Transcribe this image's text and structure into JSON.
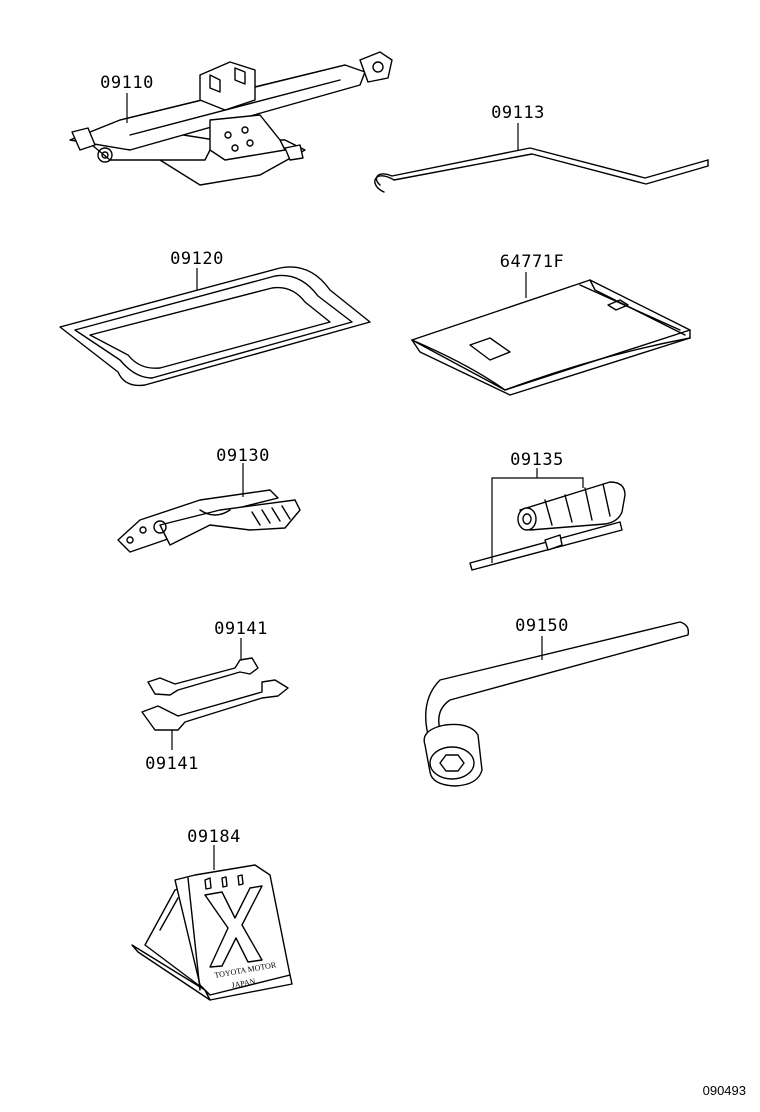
{
  "labels": {
    "jack": "09110",
    "jack_handle": "09113",
    "tool_bag": "09120",
    "tool_tray": "64771F",
    "pliers": "09130",
    "screwdriver": "09135",
    "wrench_top": "09141",
    "wrench_bottom": "09141",
    "wheel_wrench": "09150",
    "warning_triangle": "09184"
  },
  "stamp": {
    "line1": "TOYOTA MOTOR",
    "line2": "JAPAN"
  },
  "footer": {
    "code": "090493"
  }
}
